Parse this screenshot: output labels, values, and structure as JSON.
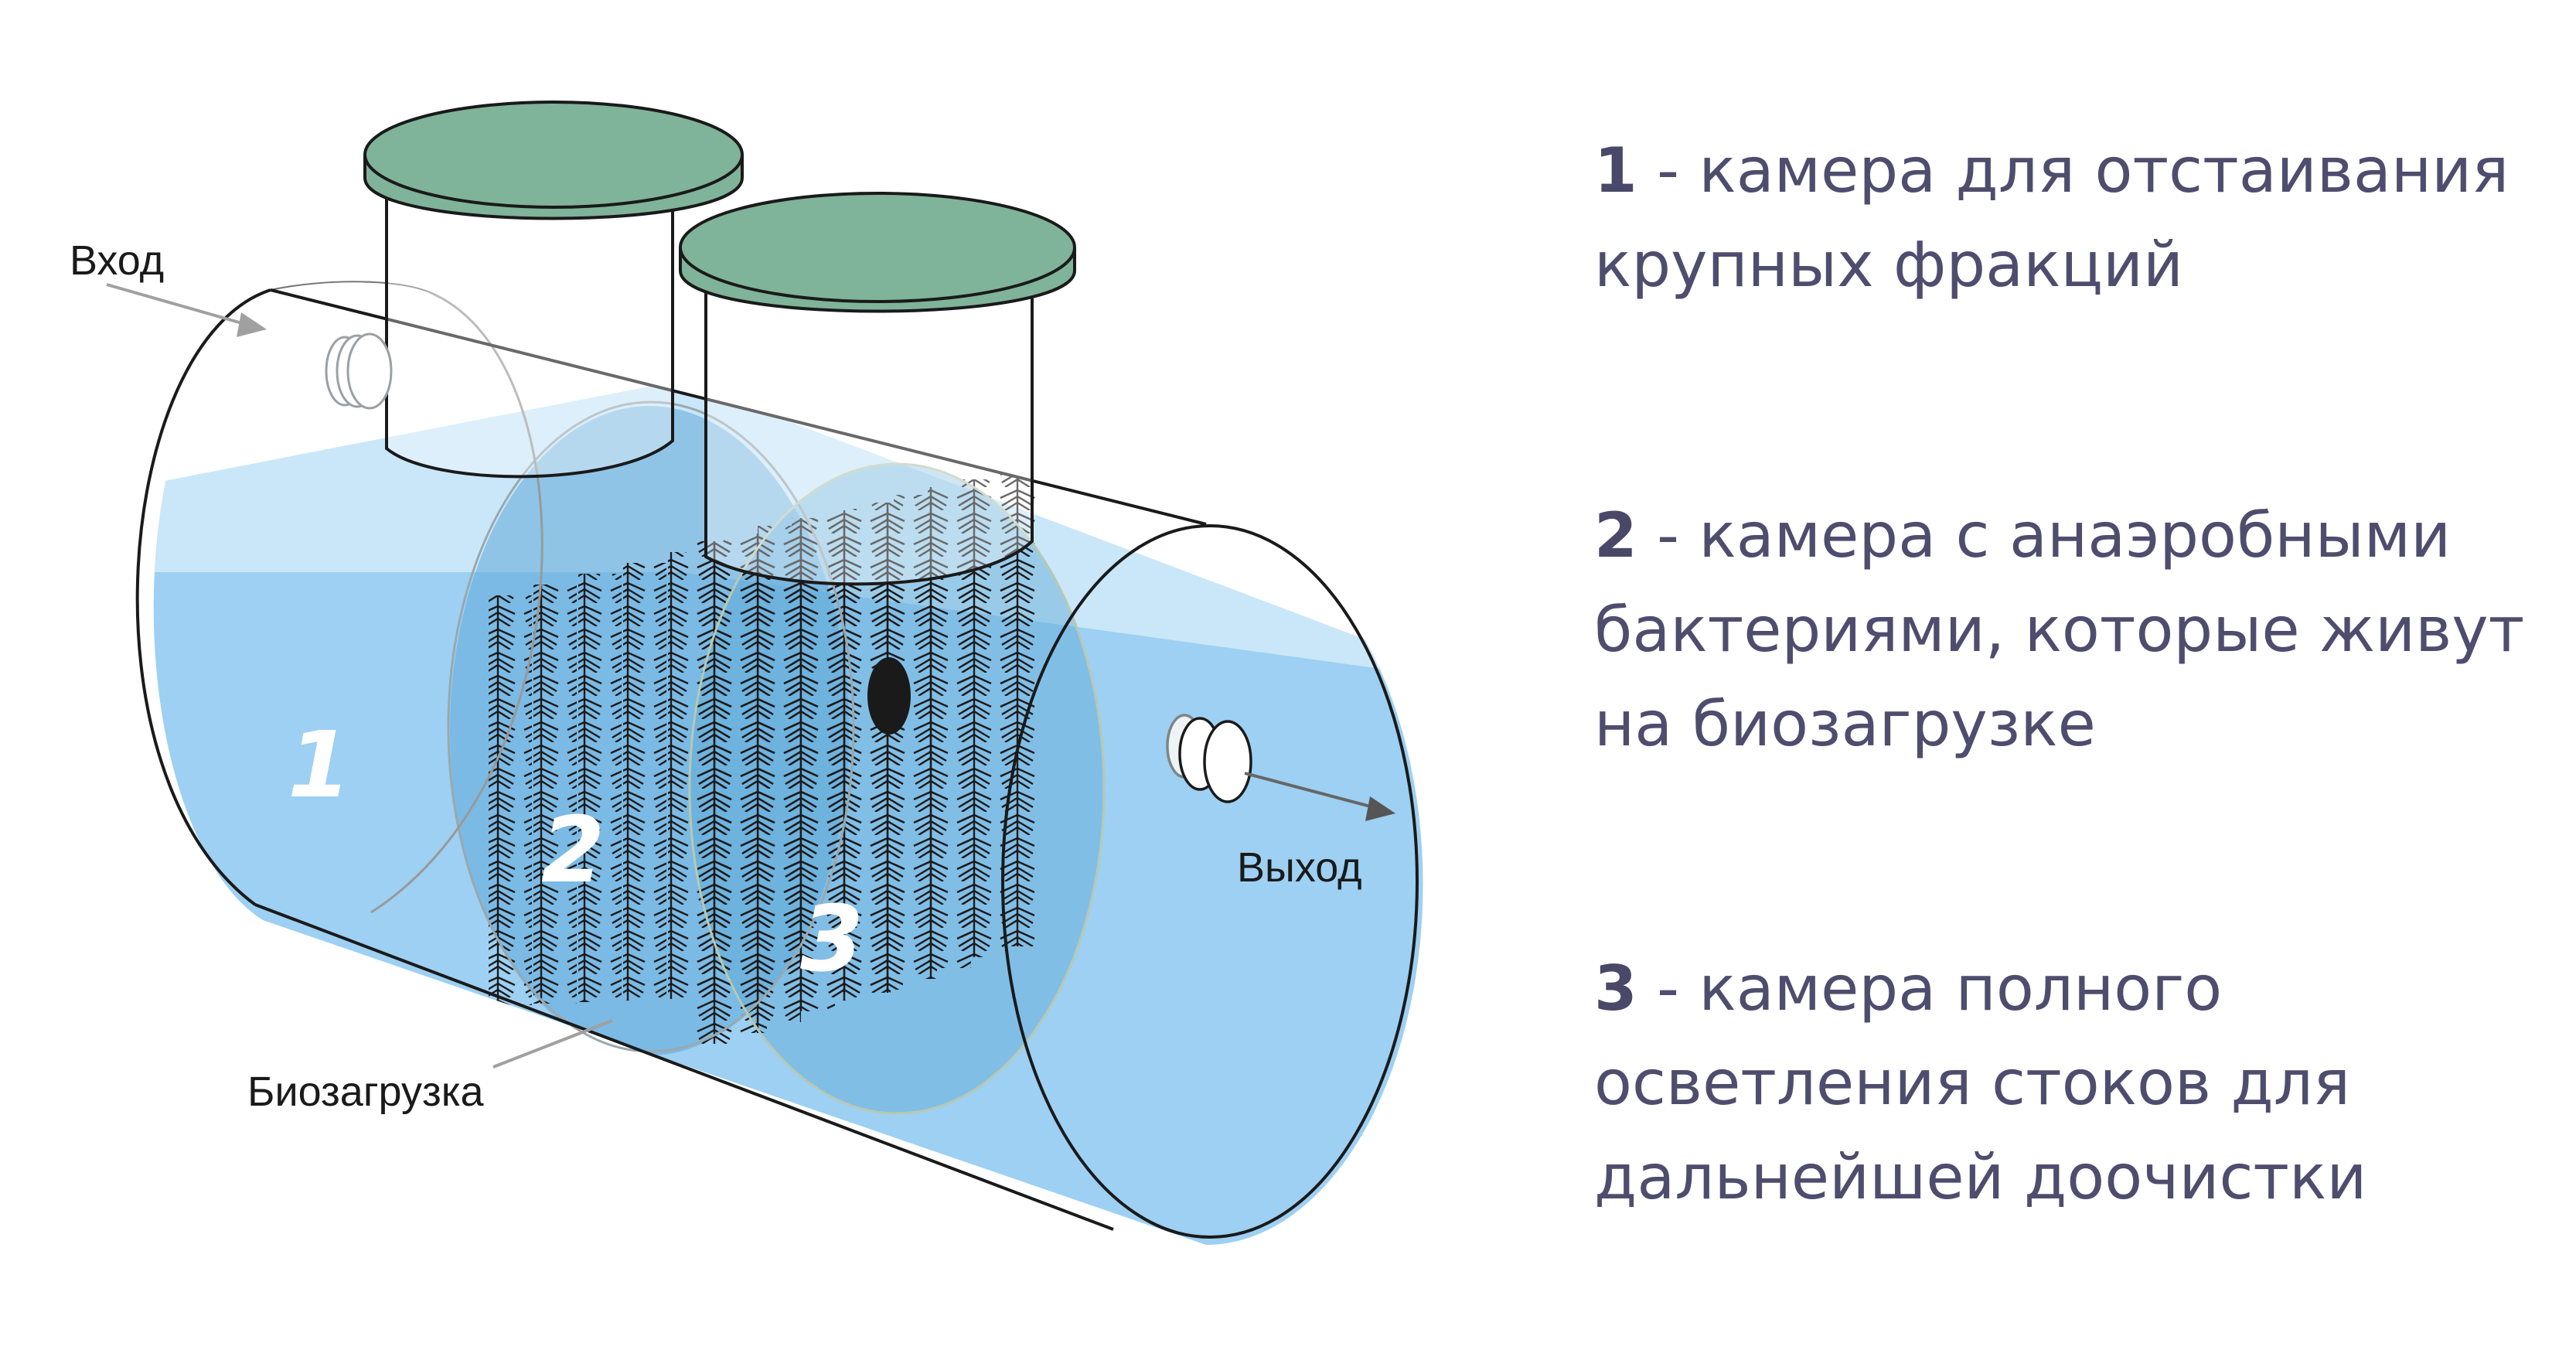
{
  "labels": {
    "inlet": "Вход",
    "outlet": "Выход",
    "bioload": "Биозагрузка"
  },
  "chambers": [
    {
      "number": "1",
      "dash": " - ",
      "description": "камера для отстаивания крупных фракций"
    },
    {
      "number": "2",
      "dash": " - ",
      "description": "камера с анаэробными бактериями, которые живут на биозагрузке"
    },
    {
      "number": "3",
      "dash": " - ",
      "description": "камера полного осветления стоков для дальнейшей доочистки"
    }
  ],
  "colors": {
    "water": "#9dd0f2",
    "water_surface": "#c9e7f8",
    "chamber_dark": "#5fa8d8",
    "lid": "#7fb39a",
    "outline": "#1a1a1a",
    "arrow": "#a0a0a0",
    "legend_text": "#4f4d6e"
  },
  "icons": {
    "inlet": "pipe-inlet-icon",
    "outlet": "pipe-outlet-icon"
  }
}
